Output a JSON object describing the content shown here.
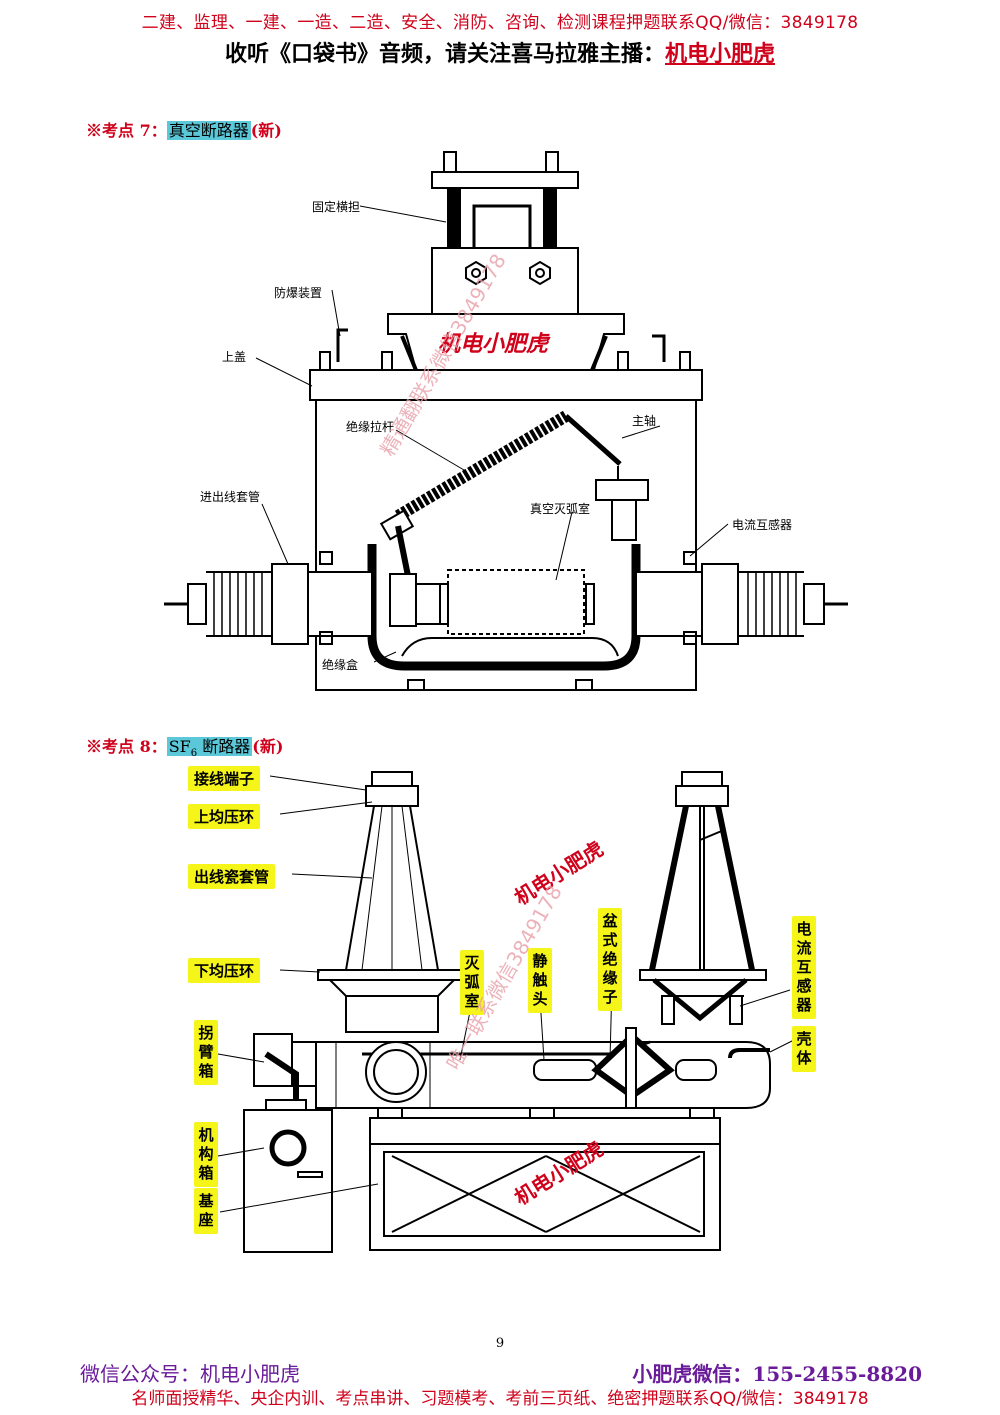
{
  "header": {
    "line1": "二建、监理、一建、一造、二造、安全、消防、咨询、检测课程押题联系QQ/微信：3849178",
    "line2_prefix": "收听《口袋书》音频，请关注喜马拉雅主播：",
    "line2_host": "机电小肥虎"
  },
  "section7": {
    "prefix": "※考点 7：",
    "title": "真空断路器",
    "suffix": "(新)",
    "labels": {
      "fixed_crossarm": "固定横担",
      "explosion_proof": "防爆装置",
      "top_cover": "上盖",
      "insulating_rod": "绝缘拉杆",
      "main_shaft": "主轴",
      "bushing": "进出线套管",
      "vacuum_chamber": "真空灭弧室",
      "current_transformer": "电流互感器",
      "insulating_box": "绝缘盒"
    },
    "watermark_main": "机电小肥虎",
    "watermark_contact": "精通翻联系微信3849178"
  },
  "section8": {
    "prefix": "※考点 8：",
    "title_sf": "SF",
    "title_sub": "6",
    "title_rest": " 断路器",
    "suffix": "(新)",
    "labels": {
      "terminal": "接线端子",
      "upper_ring": "上均压环",
      "porcelain_bushing": "出线瓷套管",
      "lower_ring": "下均压环",
      "crank_box": "拐臂箱",
      "mechanism_box": "机构箱",
      "base": "基座",
      "arc_chamber": "灭弧室",
      "static_contact": "静触头",
      "basin_insulator": "盆式绝缘子",
      "current_transformer": "电流互感器",
      "shell": "壳体"
    },
    "watermark_main_1": "机电小肥虎",
    "watermark_main_2": "机电小肥虎",
    "watermark_contact": "唯一联系微信3849178"
  },
  "page_number": "9",
  "footer": {
    "left": "微信公众号：机电小肥虎",
    "right_prefix": "小肥虎微信：",
    "right_number": "155-2455-8820",
    "line2": "名师面授精华、央企内训、考点串讲、习题模考、考前三页纸、绝密押题联系QQ/微信：3849178"
  }
}
